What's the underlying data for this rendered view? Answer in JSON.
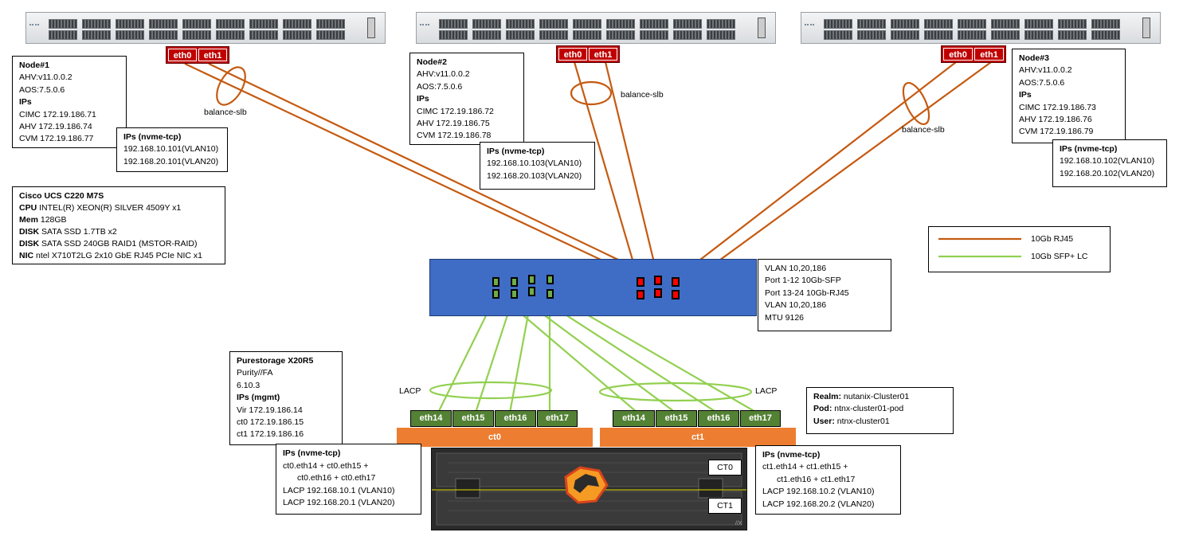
{
  "servers": [
    {
      "port0": "eth0",
      "port1": "eth1"
    },
    {
      "port0": "eth0",
      "port1": "eth1"
    },
    {
      "port0": "eth0",
      "port1": "eth1"
    }
  ],
  "node1": {
    "title": "Node#1",
    "ahv": "AHV:v11.0.0.2",
    "aos": "AOS:7.5.0.6",
    "ips_label": "IPs",
    "cimc": "CIMC 172.19.186.71",
    "ahv_ip": "AHV 172.19.186.74",
    "cvm": "CVM 172.19.186.77"
  },
  "node2": {
    "title": "Node#2",
    "ahv": "AHV:v11.0.0.2",
    "aos": "AOS:7.5.0.6",
    "ips_label": "IPs",
    "cimc": "CIMC 172.19.186.72",
    "ahv_ip": "AHV 172.19.186.75",
    "cvm": "CVM 172.19.186.78"
  },
  "node3": {
    "title": "Node#3",
    "ahv": "AHV:v11.0.0.2",
    "aos": "AOS:7.5.0.6",
    "ips_label": "IPs",
    "cimc": "CIMC 172.19.186.73",
    "ahv_ip": "AHV 172.19.186.76",
    "cvm": "CVM 172.19.186.79"
  },
  "nvme1": {
    "title": "IPs (nvme-tcp)",
    "vlan10": "192.168.10.101(VLAN10)",
    "vlan20": "192.168.20.101(VLAN20)"
  },
  "nvme2": {
    "title": "IPs (nvme-tcp)",
    "vlan10": "192.168.10.103(VLAN10)",
    "vlan20": "192.168.20.103(VLAN20)"
  },
  "nvme3": {
    "title": "IPs (nvme-tcp)",
    "vlan10": "192.168.10.102(VLAN10)",
    "vlan20": "192.168.20.102(VLAN20)"
  },
  "bond_labels": {
    "node1": "balance-slb",
    "node2": "balance-slb",
    "node3": "balance-slb"
  },
  "hardware": {
    "title": "Cisco UCS C220 M7S",
    "cpu_label": "CPU",
    "cpu": "INTEL(R) XEON(R) SILVER 4509Y x1",
    "mem_label": "Mem",
    "mem": "128GB",
    "disk1_label": "DISK",
    "disk1": "SATA SSD 1.7TB x2",
    "disk2_label": "DISK",
    "disk2": " SATA SSD 240GB RAID1 (MSTOR-RAID)",
    "nic_label": "NIC",
    "nic": "ntel X710T2LG 2x10 GbE RJ45 PCIe NIC x1"
  },
  "legend": {
    "rj45": "10Gb RJ45",
    "sfp": "10Gb SFP+ LC",
    "rj45_color": "#c55a11",
    "sfp_color": "#92d050"
  },
  "switch_info": {
    "line1": "VLAN 10,20,186",
    "line2": "Port 1-12 10Gb-SFP",
    "line3": "Port 13-24 10Gb-RJ45",
    "line4": "VLAN 10,20,186",
    "line5": "MTU 9126"
  },
  "storage": {
    "title": "Purestorage X20R5",
    "os": "Purity//FA",
    "version": "6.10.3",
    "ips_label": "IPs (mgmt)",
    "vir": "Vir 172.19.186.14",
    "ct0": "ct0 172.19.186.15",
    "ct1": "ct1 172.19.186.16"
  },
  "ct0_nvme": {
    "title": "IPs (nvme-tcp)",
    "line1": "ct0.eth14 + ct0.eth15 +",
    "line2": "ct0.eth16 + ct0.eth17",
    "lacp10": "LACP 192.168.10.1 (VLAN10)",
    "lacp20": "LACP 192.168.20.1 (VLAN20)"
  },
  "ct1_nvme": {
    "title": "IPs (nvme-tcp)",
    "line1": "ct1.eth14 + ct1.eth15 +",
    "line2": "ct1.eth16 + ct1.eth17",
    "lacp10": "LACP 192.168.10.2 (VLAN10)",
    "lacp20": "LACP 192.168.20.2 (VLAN20)"
  },
  "realm": {
    "realm_label": "Realm:",
    "realm": " nutanix-Cluster01",
    "pod_label": "Pod:",
    "pod": " ntnx-cluster01-pod",
    "user_label": "User:",
    "user": " ntnx-cluster01"
  },
  "lacp_labels": {
    "left": "LACP",
    "right": "LACP"
  },
  "ct0_ports": [
    "eth14",
    "eth15",
    "eth16",
    "eth17"
  ],
  "ct1_ports": [
    "eth14",
    "eth15",
    "eth16",
    "eth17"
  ],
  "controllers": {
    "ct0": "ct0",
    "ct1": "ct1",
    "CT0": "CT0",
    "CT1": "CT1"
  }
}
